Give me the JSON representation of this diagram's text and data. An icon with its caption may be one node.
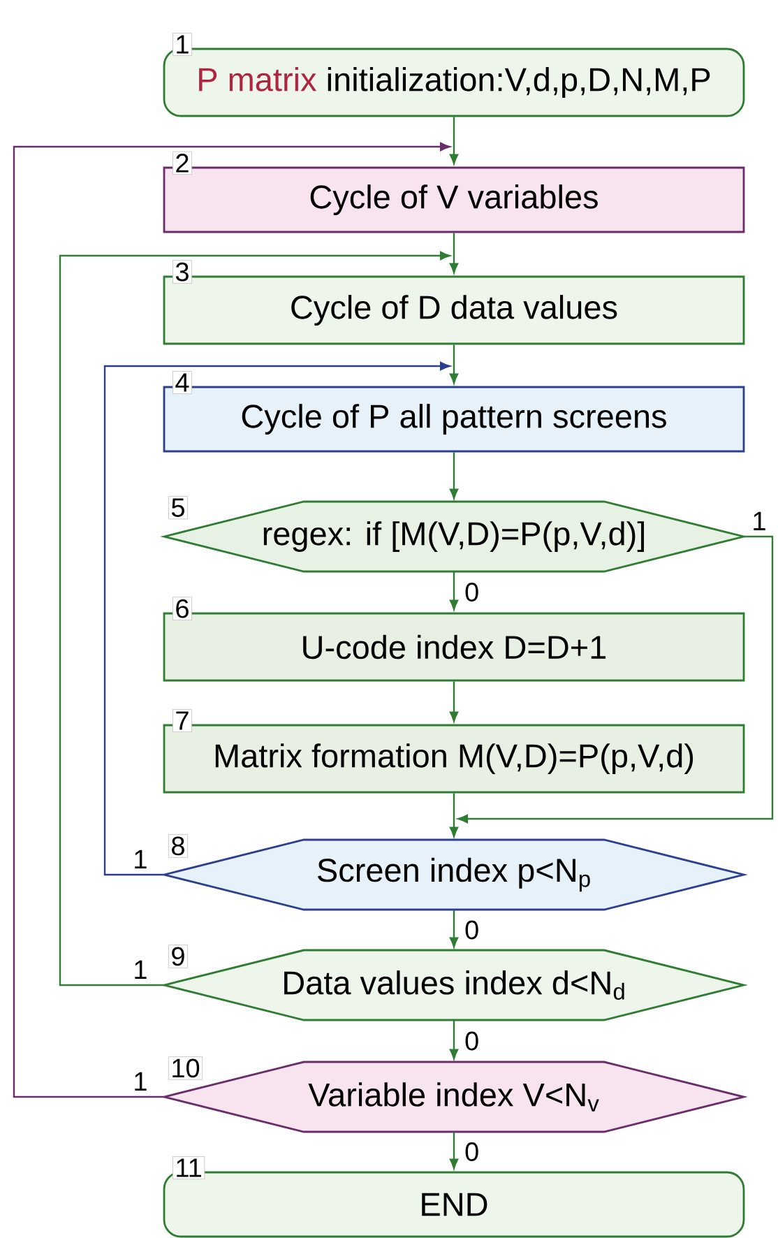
{
  "diagram": {
    "nodes": [
      {
        "text": [
          "P matrix",
          "initialization:V,d,p,D,N,M,P"
        ],
        "beside": [
          "1"
        ]
      },
      {
        "text": [
          "Cycle of V variables"
        ],
        "beside": [
          "2"
        ]
      },
      {
        "text": [
          "Cycle of D data values"
        ],
        "beside": [
          "3"
        ]
      },
      {
        "text": [
          "Cycle of P all pattern screens"
        ],
        "beside": [
          "4"
        ]
      },
      {
        "text": [
          "regex: if [M(V,D)=P(p,V,d)]"
        ],
        "beside": [
          "5"
        ]
      },
      {
        "text": [
          "U-code index D=D+1"
        ],
        "beside": [
          "6"
        ]
      },
      {
        "text": [
          "Matrix formation M(V,D)=P(p,V,d)"
        ],
        "beside": [
          "7"
        ]
      },
      {
        "text": [
          "Screen index p<N$_{p}$"
        ],
        "beside": [
          "8"
        ]
      },
      {
        "text": [
          "Data values index d<N$_{d}$"
        ],
        "beside": [
          "9"
        ]
      },
      {
        "text": [
          "Variable index V<N$_{v}$"
        ],
        "beside": [
          "10"
        ]
      },
      {
        "text": [
          "END"
        ],
        "beside": [
          "11"
        ]
      }
    ],
    "edges": [
      {
        "from": 0,
        "to": 1,
        "arrow": "to"
      },
      {
        "from": 1,
        "to": 2,
        "arrow": "to"
      },
      {
        "from": 2,
        "to": 3,
        "arrow": "to"
      },
      {
        "from": 3,
        "to": 4,
        "arrow": "to"
      },
      {
        "from": 4,
        "to": 5,
        "arrow": "to",
        "label": "0"
      },
      {
        "from": 5,
        "to": 6,
        "arrow": "to"
      },
      {
        "from": 4,
        "to": 7,
        "arrow": "to",
        "label": "1"
      },
      {
        "from": 6,
        "to": 7,
        "arrow": "to"
      },
      {
        "from": 7,
        "to": 8,
        "arrow": "to",
        "label": "0"
      },
      {
        "from": 8,
        "to": 9,
        "arrow": "to",
        "label": "0"
      },
      {
        "from": 9,
        "to": 10,
        "arrow": "to",
        "label": "0"
      },
      {
        "from": 7,
        "to": 3,
        "arrow": "to",
        "label": "1",
        "color": "#2b3f8f"
      },
      {
        "from": 8,
        "to": 2,
        "arrow": "to",
        "label": "1"
      },
      {
        "from": 9,
        "to": 1,
        "arrow": "to",
        "label": "1",
        "color": "#6a2c6a"
      }
    ]
  }
}
